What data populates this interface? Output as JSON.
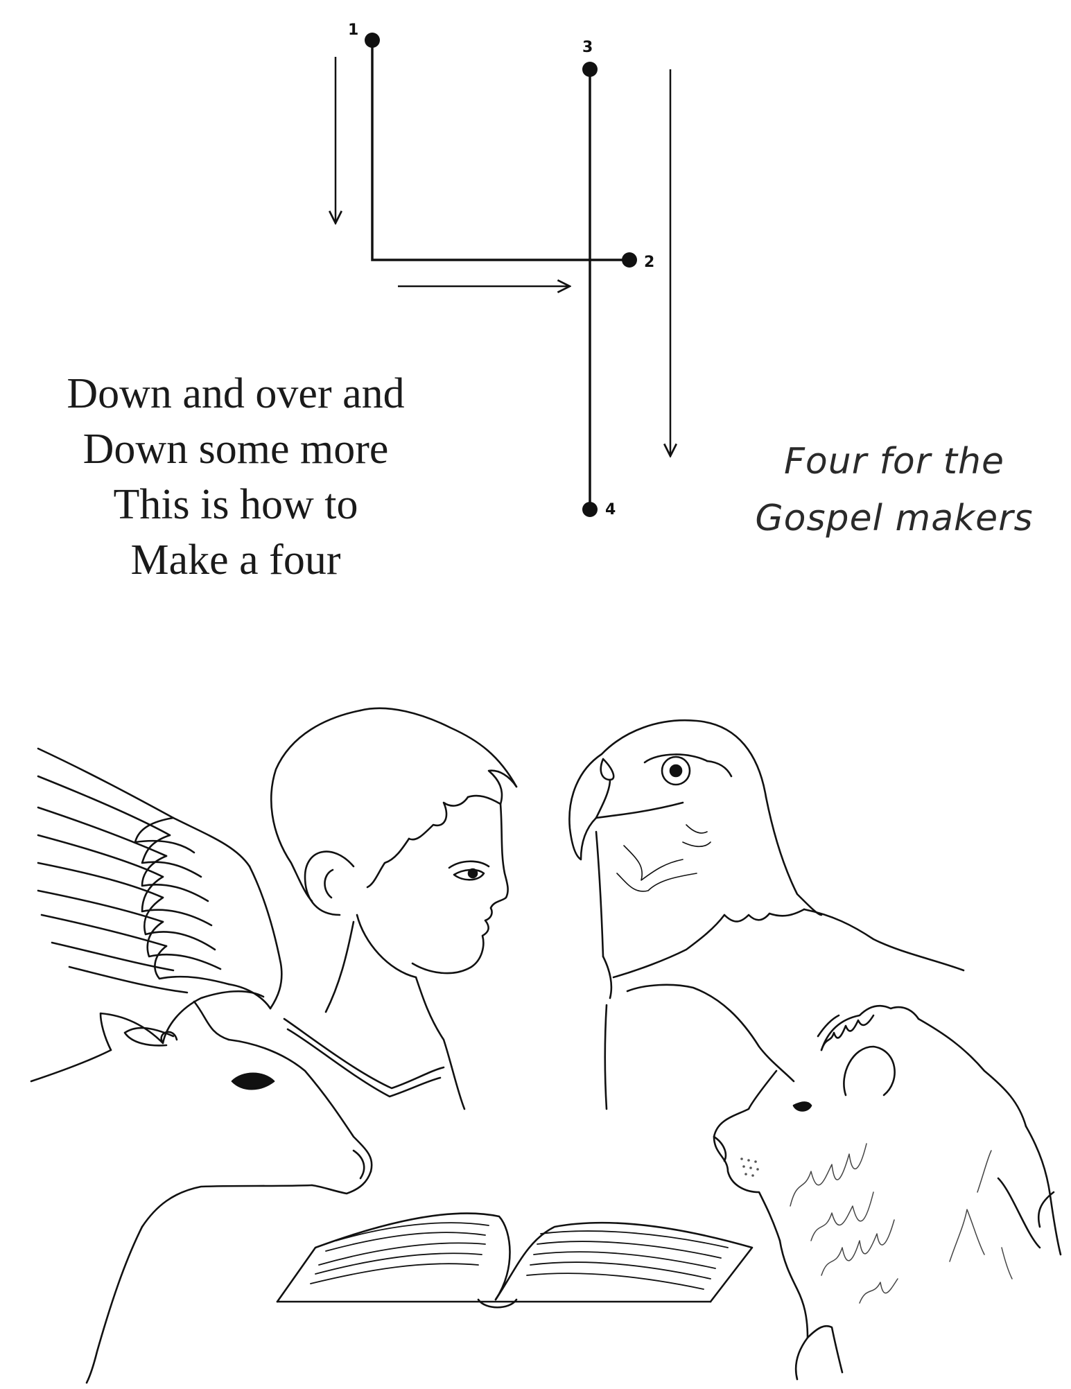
{
  "tracing": {
    "points": [
      "1",
      "2",
      "3",
      "4"
    ]
  },
  "rhyme": {
    "lines": [
      "Down and over and",
      "Down some more",
      "This is how to",
      "Make a four"
    ]
  },
  "caption": {
    "lines": [
      "Four for the",
      "Gospel makers"
    ]
  },
  "illustration": {
    "subjects": [
      "winged-man",
      "eagle",
      "ox",
      "lion",
      "open-book"
    ]
  },
  "colors": {
    "ink": "#111111",
    "paper": "#ffffff"
  }
}
